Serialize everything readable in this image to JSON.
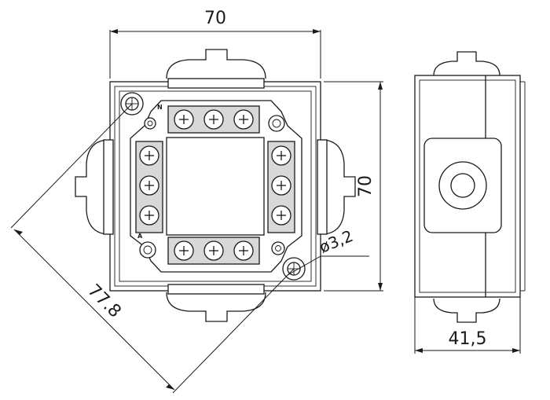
{
  "dimensions": {
    "top_width": "70",
    "right_height": "70",
    "diagonal": "77.8",
    "hole": "ø3,2",
    "side_depth": "41,5"
  },
  "terminal_marks": {
    "neutral": "N",
    "a_mark": "A"
  }
}
